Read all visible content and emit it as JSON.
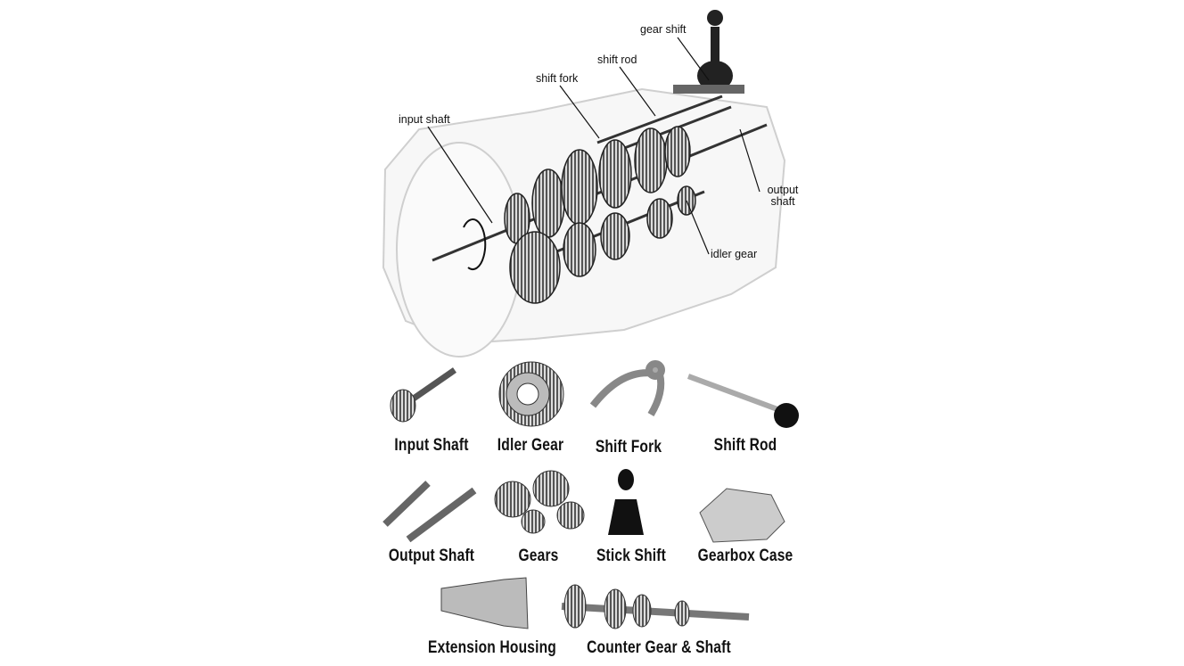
{
  "diagram": {
    "callouts": {
      "gear_shift": "gear shift",
      "shift_rod": "shift rod",
      "shift_fork": "shift fork",
      "input_shaft": "input shaft",
      "output_shaft": "output shaft",
      "idler_gear": "idler gear"
    },
    "parts": [
      {
        "label": "Input Shaft",
        "icon": "input-shaft-icon"
      },
      {
        "label": "Idler Gear",
        "icon": "idler-gear-icon"
      },
      {
        "label": "Shift Fork",
        "icon": "shift-fork-icon"
      },
      {
        "label": "Shift Rod",
        "icon": "shift-rod-icon"
      },
      {
        "label": "Output Shaft",
        "icon": "output-shaft-icon"
      },
      {
        "label": "Gears",
        "icon": "gears-icon"
      },
      {
        "label": "Stick Shift",
        "icon": "stick-shift-icon"
      },
      {
        "label": "Gearbox Case",
        "icon": "gearbox-case-icon"
      },
      {
        "label": "Extension Housing",
        "icon": "extension-housing-icon"
      },
      {
        "label": "Counter Gear & Shaft",
        "icon": "counter-gear-icon"
      }
    ]
  }
}
